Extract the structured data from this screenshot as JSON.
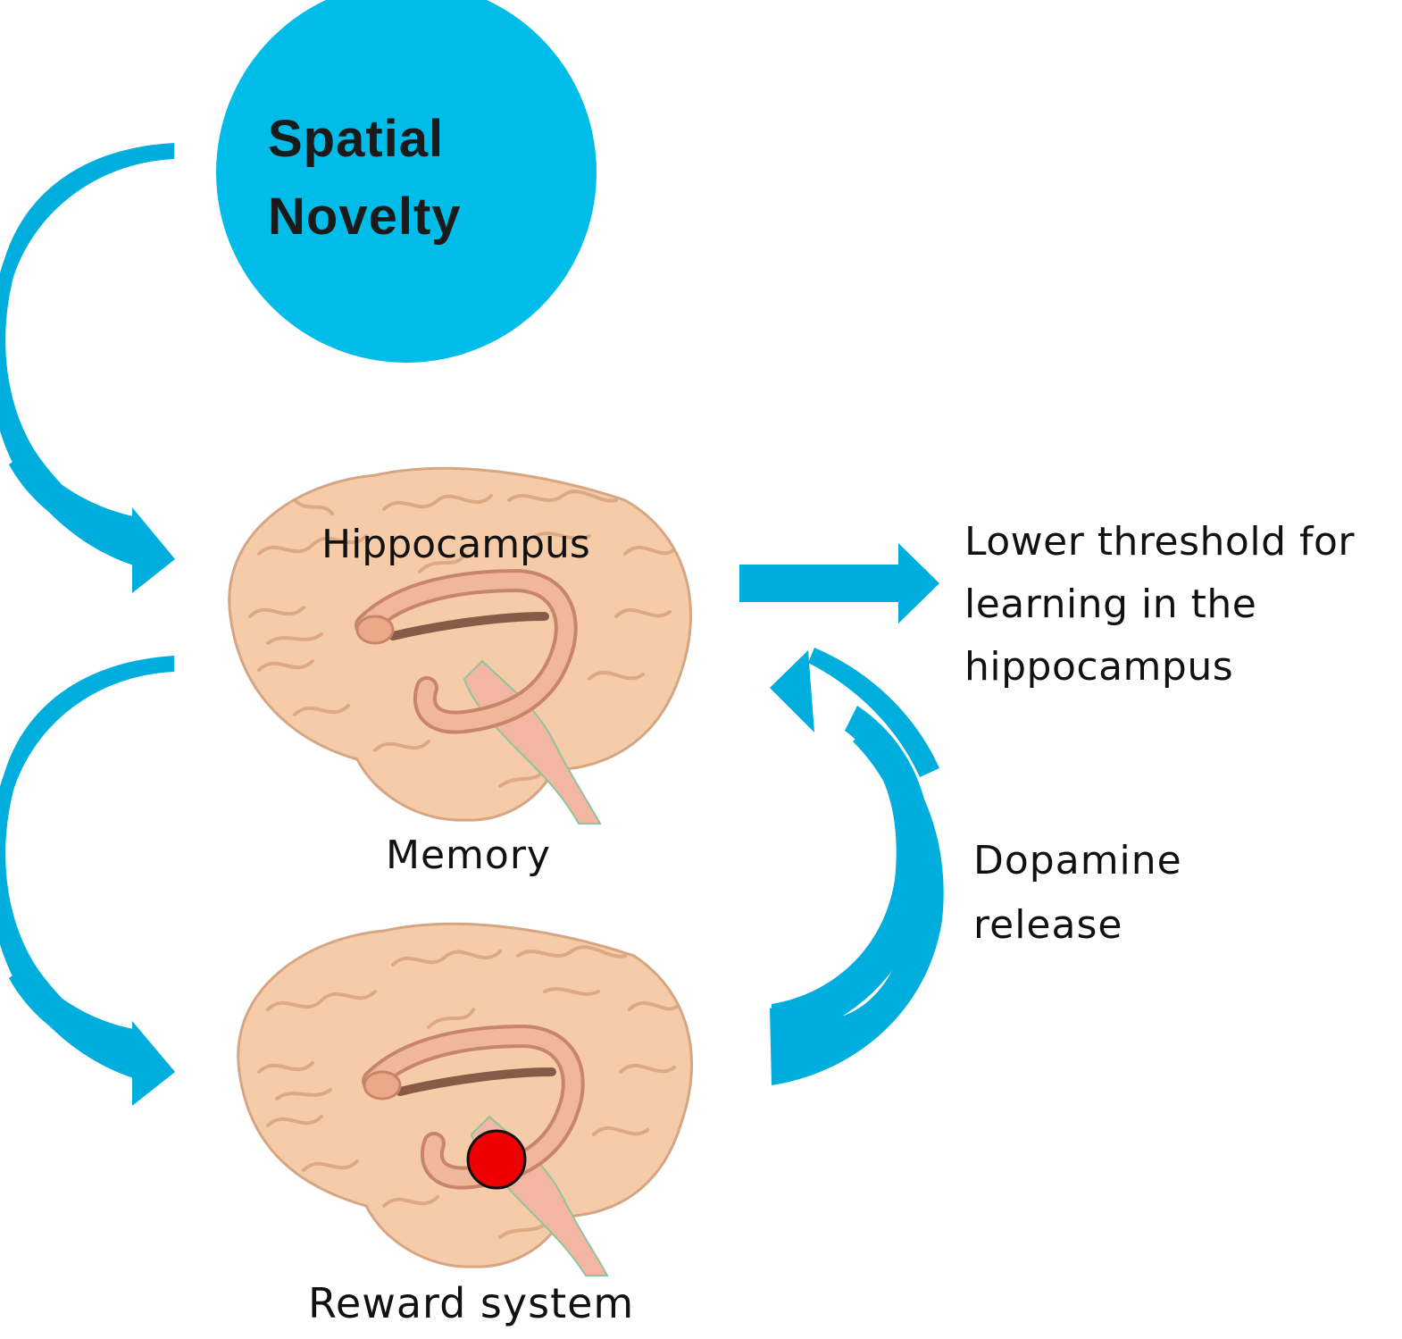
{
  "diagram": {
    "novelty_node": {
      "label": "Spatial\nNovelty",
      "color": "#00BCE8"
    },
    "hippocampus_label": "Hippocampus",
    "memory_label": "Memory",
    "reward_label": "Reward system",
    "outcome_label": "Lower threshold for\nlearning in the\nhippocampus",
    "dopamine_label": "Dopamine\nrelease",
    "colors": {
      "arrow": "#00AEDD",
      "brain_fill": "#F6CCA8",
      "brain_stroke": "#C99A78",
      "hippocampus_fill": "#EBA98A",
      "reward_marker": "#EE0000"
    },
    "reward_marker_icon": "red-dot-icon"
  }
}
